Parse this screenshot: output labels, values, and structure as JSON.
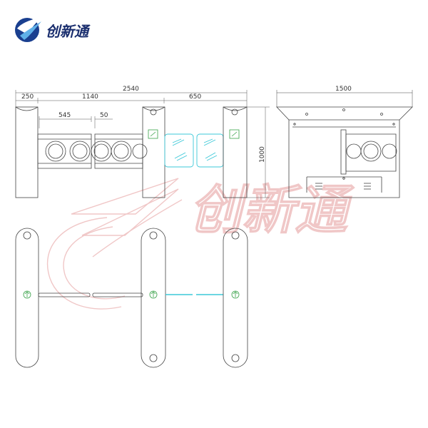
{
  "brand": {
    "name": "创新通",
    "logo_icon": "swoosh-logo-icon",
    "color": "#1a2e6e"
  },
  "watermark": {
    "text": "创新通",
    "color": "#e8a0a0"
  },
  "dimensions": {
    "total_width": "2540",
    "side_width": "250",
    "section_1140": "1140",
    "section_650": "650",
    "half_545": "545",
    "gap_50": "50",
    "height": "1000",
    "side_view_width": "1500"
  },
  "colors": {
    "line": "#444444",
    "glass": "#3cc8d8",
    "arrow": "#3aa24a"
  }
}
